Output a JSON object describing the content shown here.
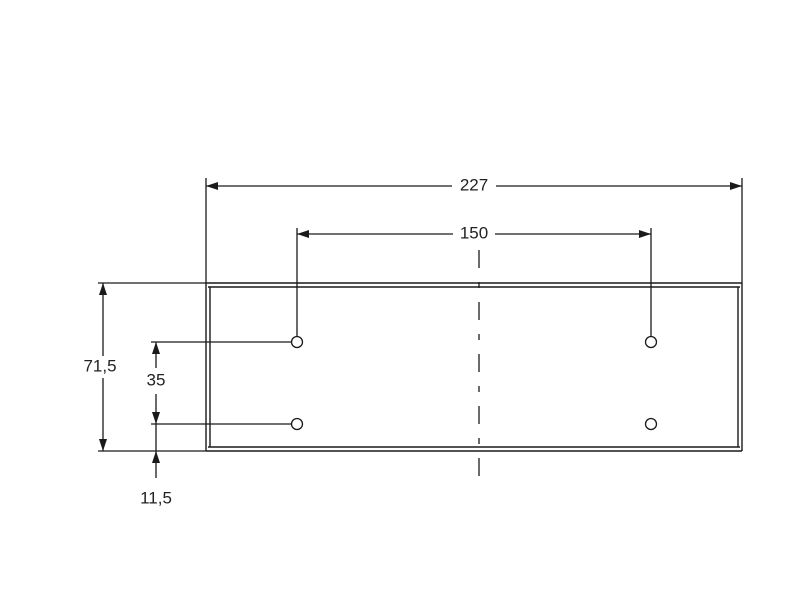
{
  "drawing": {
    "dimensions": {
      "overall_width": "227",
      "hole_spacing_horizontal": "150",
      "overall_height": "71,5",
      "hole_spacing_vertical": "35",
      "bottom_offset": "11,5"
    },
    "colors": {
      "line": "#1a1a1a",
      "text": "#222222",
      "background": "#ffffff"
    }
  }
}
